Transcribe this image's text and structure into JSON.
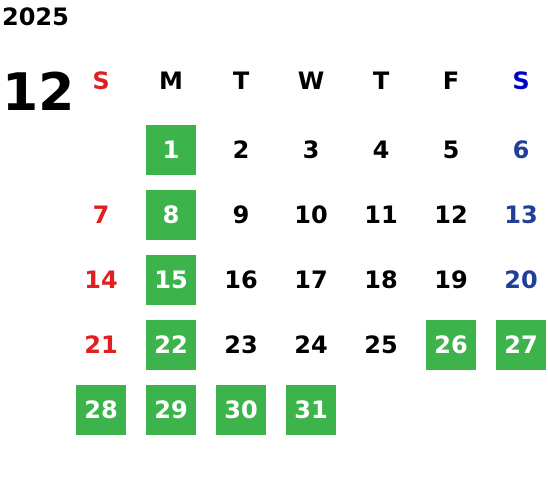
{
  "year": "2025",
  "month": "12",
  "colors": {
    "sunday": "#e02020",
    "saturday_header": "#0000cc",
    "saturday": "#1f3f99",
    "weekday": "#000000",
    "highlight_bg": "#3cb44b",
    "highlight_text": "#ffffff"
  },
  "weekdays": [
    "S",
    "M",
    "T",
    "W",
    "T",
    "F",
    "S"
  ],
  "weeks": [
    [
      "",
      "1",
      "2",
      "3",
      "4",
      "5",
      "6"
    ],
    [
      "7",
      "8",
      "9",
      "10",
      "11",
      "12",
      "13"
    ],
    [
      "14",
      "15",
      "16",
      "17",
      "18",
      "19",
      "20"
    ],
    [
      "21",
      "22",
      "23",
      "24",
      "25",
      "26",
      "27"
    ],
    [
      "28",
      "29",
      "30",
      "31",
      "",
      "",
      ""
    ]
  ],
  "highlighted_days": [
    "1",
    "8",
    "15",
    "22",
    "26",
    "27",
    "28",
    "29",
    "30",
    "31"
  ]
}
